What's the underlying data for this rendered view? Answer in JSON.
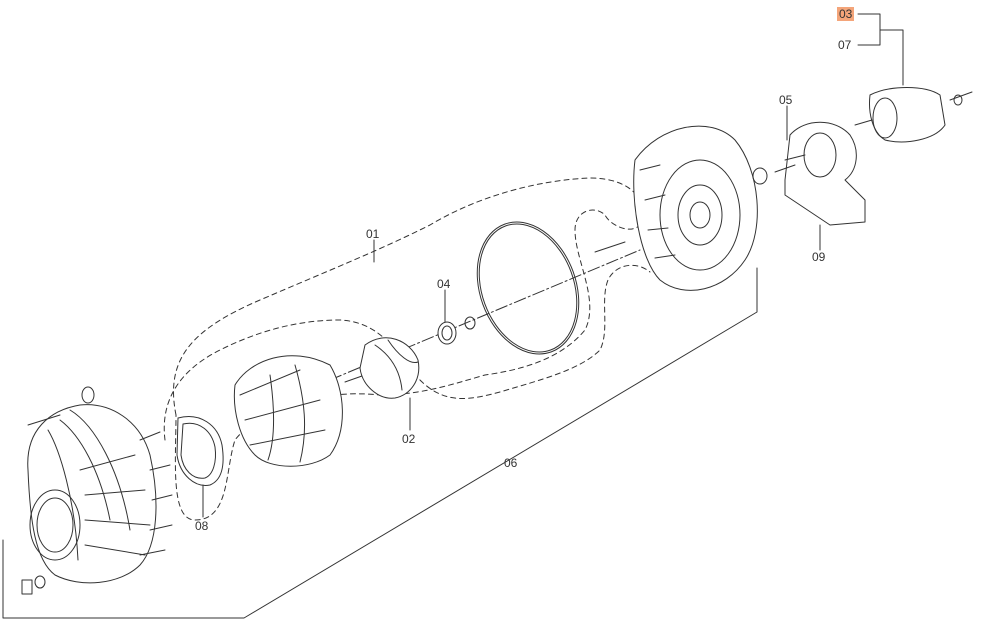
{
  "diagram": {
    "callouts": [
      {
        "id": "01",
        "text": "01"
      },
      {
        "id": "02",
        "text": "02"
      },
      {
        "id": "03",
        "text": "03",
        "highlighted": true
      },
      {
        "id": "04",
        "text": "04"
      },
      {
        "id": "05",
        "text": "05"
      },
      {
        "id": "06",
        "text": "06"
      },
      {
        "id": "07",
        "text": "07"
      },
      {
        "id": "08",
        "text": "08"
      },
      {
        "id": "09",
        "text": "09"
      }
    ],
    "colors": {
      "line": "#333333",
      "highlight": "#f4a57a",
      "part_fill": "#ffffff"
    }
  }
}
